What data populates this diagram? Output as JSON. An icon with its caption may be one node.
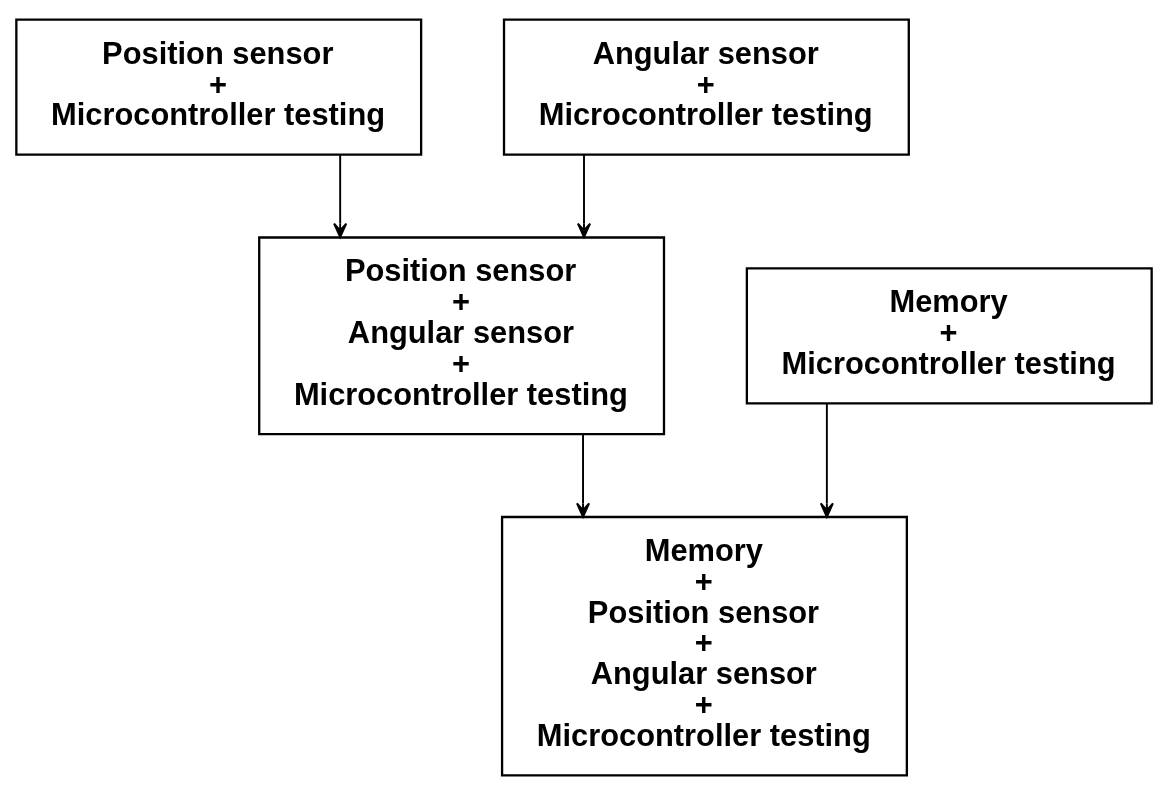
{
  "diagram": {
    "nodes": [
      {
        "text": [
          "Position sensor",
          "+",
          "Microcontroller testing"
        ]
      },
      {
        "text": [
          "Angular sensor",
          "+",
          "Microcontroller testing"
        ]
      },
      {
        "text": [
          "Memory",
          "+",
          "Microcontroller testing"
        ]
      },
      {
        "text": [
          "Position sensor",
          "+",
          "Angular sensor",
          "+",
          "Microcontroller testing"
        ]
      },
      {
        "text": [
          "Memory",
          "+",
          "Position sensor",
          "+",
          "Angular sensor",
          "+",
          "Microcontroller testing"
        ]
      }
    ],
    "edges": [
      {
        "from": 0,
        "to": 3,
        "arrow": "to"
      },
      {
        "from": 1,
        "to": 3,
        "arrow": "to"
      },
      {
        "from": 3,
        "to": 4,
        "arrow": "to"
      },
      {
        "from": 2,
        "to": 4,
        "arrow": "to"
      }
    ]
  }
}
